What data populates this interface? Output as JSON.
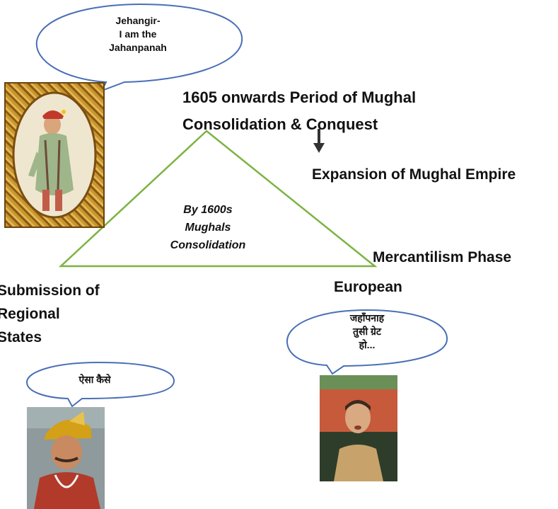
{
  "bubbles": {
    "jehangir": "Jehangir-\nI am the\nJahanpanah",
    "regional": "ऐसा कैसे",
    "european": "जहाँपनाह\nतुसी ग्रेट\nहो..."
  },
  "headings": {
    "period_line1": "1605 onwards Period of Mughal",
    "period_line2": "Consolidation & Conquest",
    "expansion": "Expansion of Mughal Empire",
    "mercantilism": "Mercantilism Phase",
    "european": "European",
    "submission": "Submission of\nRegional\nStates"
  },
  "triangle": {
    "center_text": "By 1600s\nMughals\nConsolidation",
    "stroke_color": "#7cb342"
  },
  "colors": {
    "bubble_stroke": "#4a6fb5",
    "arrow": "#333333"
  }
}
